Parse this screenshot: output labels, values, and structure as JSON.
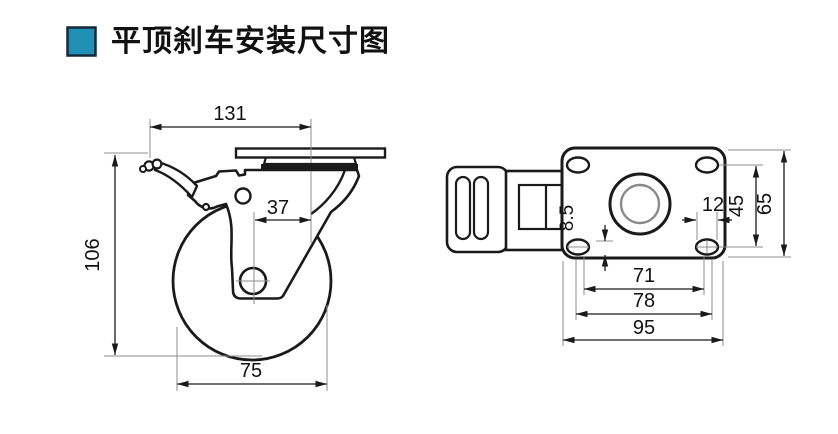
{
  "title": {
    "text": "平顶刹车安装尺寸图",
    "accent_color": "#1F8FB3",
    "accent_border": "#16293B"
  },
  "drawing": {
    "line_color": "#1a1a1a",
    "centerline_color": "#8c8c8c",
    "inner_ring_color": "#8a8a8a",
    "side_view": {
      "dims": {
        "overall_width": "131",
        "overall_height": "106",
        "swivel_offset": "37",
        "wheel_diameter": "75"
      }
    },
    "top_view": {
      "dims": {
        "hole_offset": "8.5",
        "hole_width": "12",
        "hole_pitch_vertical": "45",
        "plate_depth": "65",
        "hole_pitch_horizontal": "71",
        "pitch_width": "78",
        "plate_width": "95"
      }
    }
  }
}
